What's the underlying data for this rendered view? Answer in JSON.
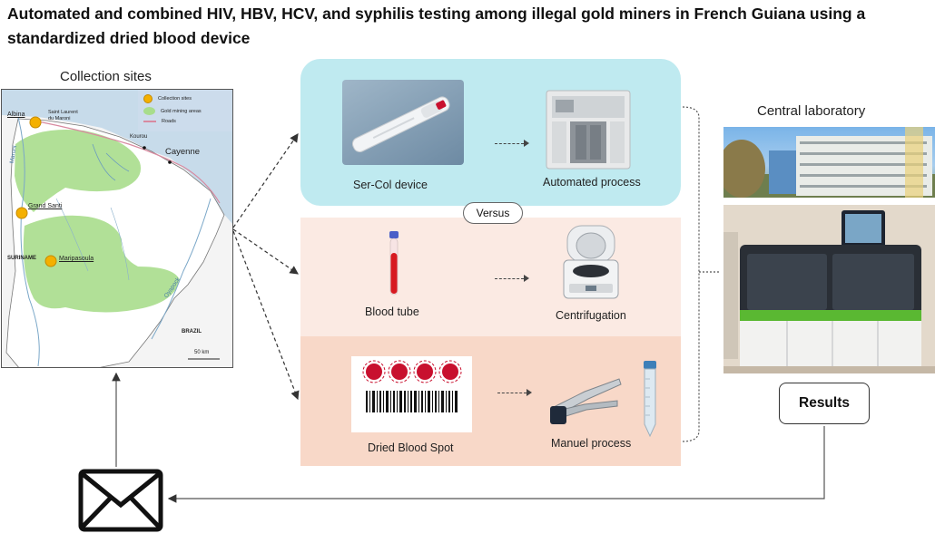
{
  "title": "Automated and combined HIV, HBV, HCV, and syphilis testing among illegal gold miners in French Guiana using a standardized dried blood device",
  "collection_sites_label": "Collection sites",
  "central_lab_label": "Central laboratory",
  "map": {
    "legend": {
      "collection_sites": "Collection sites",
      "gold_mining": "Gold mining areas",
      "roads": "Roads"
    },
    "places": {
      "albina": "Albina",
      "st_laurent": "Saint Laurent du Maroni",
      "kourou": "Kourou",
      "cayenne": "Cayenne",
      "grand_santi": "Grand Santi",
      "maripasoula": "Maripasoula",
      "suriname": "SURINAME",
      "brazil": "BRAZIL",
      "maroni": "Maroni",
      "oyapock": "Oyapock",
      "scale": "50 km"
    }
  },
  "methods": {
    "sercol": "Ser-Col device",
    "automated": "Automated process",
    "versus": "Versus",
    "blood_tube": "Blood tube",
    "centrifugation": "Centrifugation",
    "dbs": "Dried Blood Spot",
    "manual": "Manuel process"
  },
  "results_label": "Results",
  "colors": {
    "top_panel": "#bfeaf0",
    "mid_panel": "#fbeae3",
    "bot_panel": "#f8d8c8",
    "collection_dot": "#f4b000",
    "gold_area": "#a8dd8c",
    "blood_red": "#c8102e"
  },
  "icons": [
    "envelope-icon",
    "centrifuge-icon",
    "blood-tube-icon",
    "puncher-icon",
    "falcon-tube-icon"
  ]
}
